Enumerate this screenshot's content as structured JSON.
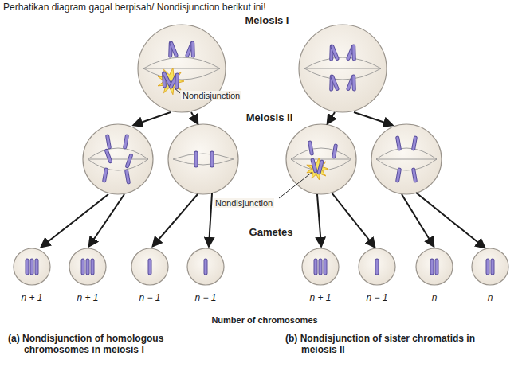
{
  "diagram": {
    "title": "Perhatikan diagram gagal berpisah/ Nondisjunction berikut ini!",
    "nodes": [
      {
        "text": [
          "n + 1"
        ]
      },
      {
        "text": [
          "n + 1"
        ]
      },
      {
        "text": [
          "n − 1"
        ]
      },
      {
        "text": [
          "n − 1"
        ]
      },
      {
        "text": [
          "n + 1"
        ]
      },
      {
        "text": [
          "n − 1"
        ]
      },
      {
        "text": [
          "n"
        ]
      },
      {
        "text": [
          "n"
        ]
      }
    ],
    "labels": [
      "Meiosis I",
      "Nondisjunction",
      "Meiosis II",
      "Nondisjunction",
      "Gametes",
      "Number of chromosomes",
      "(a) Nondisjunction of homologous chromosomes in meiosis I",
      "(b) Nondisjunction of sister chromatids in meiosis II"
    ]
  }
}
